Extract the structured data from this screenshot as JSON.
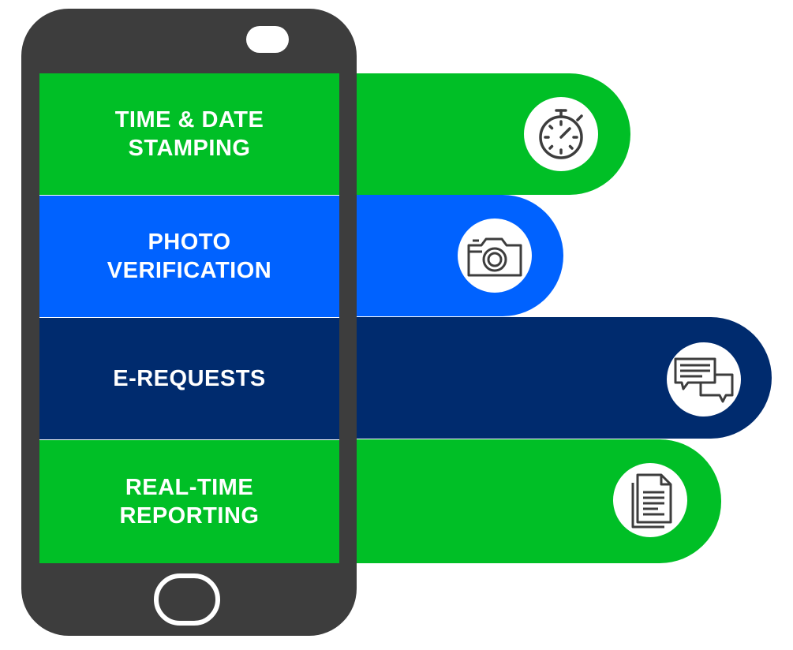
{
  "features": [
    {
      "line1": "TIME & DATE",
      "line2": "STAMPING",
      "icon": "stopwatch-icon",
      "color": "#00bf26"
    },
    {
      "line1": "PHOTO",
      "line2": "VERIFICATION",
      "icon": "camera-icon",
      "color": "#0062ff"
    },
    {
      "line1": "E-REQUESTS",
      "line2": "",
      "icon": "chat-bubbles-icon",
      "color": "#002b6e"
    },
    {
      "line1": "REAL-TIME",
      "line2": "REPORTING",
      "icon": "document-icon",
      "color": "#00bf26"
    }
  ],
  "colors": {
    "green": "#00bf26",
    "blue": "#0062ff",
    "navy": "#002b6e",
    "phone": "#3d3d3d"
  }
}
